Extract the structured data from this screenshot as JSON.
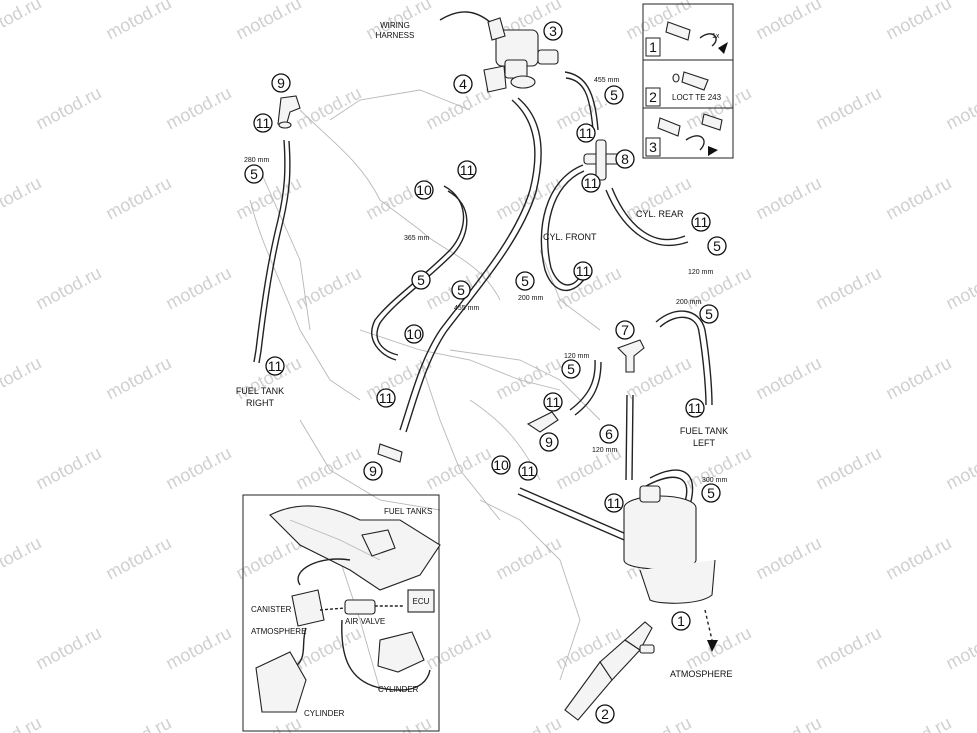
{
  "watermark": "motod.ru",
  "callouts": [
    "1",
    "2",
    "3",
    "4",
    "5",
    "6",
    "7",
    "8",
    "9",
    "10",
    "11"
  ],
  "labels": {
    "wiring_harness": [
      "WIRING",
      "HARNESS"
    ],
    "fuel_tank_right": [
      "FUEL TANK",
      "RIGHT"
    ],
    "fuel_tank_left": [
      "FUEL TANK",
      "LEFT"
    ],
    "cyl_front": "CYL. FRONT",
    "cyl_rear": "CYL. REAR",
    "atmosphere": "ATMOSPHERE"
  },
  "dimensions": {
    "d455_top": "455 mm",
    "d280": "280 mm",
    "d365": "365 mm",
    "d455_mid": "455 mm",
    "d200_front": "200 mm",
    "d120_rear": "120 mm",
    "d200_left": "200 mm",
    "d120_a": "120 mm",
    "d120_b": "120 mm",
    "d300": "300 mm"
  },
  "steps_box": {
    "step1": "1",
    "step1_note": "1x",
    "step2": "2",
    "step2_note": "LOCT TE 243",
    "step3": "3"
  },
  "inset": {
    "fuel_tanks": "FUEL TANKS",
    "ecu": "ECU",
    "canister": "CANISTER",
    "atmosphere": "ATMOSPHERE",
    "air_valve": "AIR VALVE",
    "cylinder_rear": "CYLINDER",
    "cylinder_front": "CYLINDER"
  }
}
